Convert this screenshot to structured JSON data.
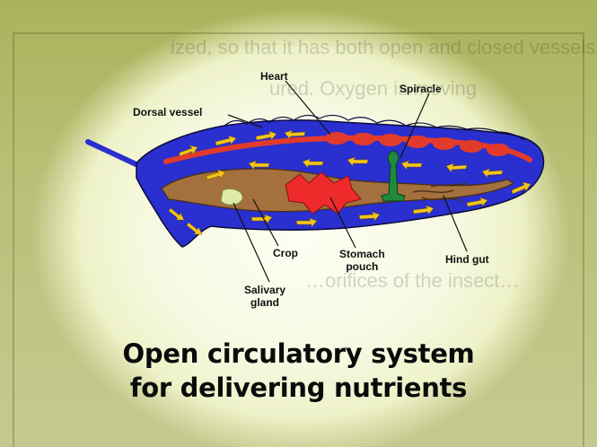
{
  "labels": {
    "heart": "Heart",
    "dorsal_vessel": "Dorsal vessel",
    "spiracle": "Spiracle",
    "crop": "Crop",
    "stomach_pouch": "Stomach\npouch",
    "hind_gut": "Hind gut",
    "salivary_gland": "Salivary\ngland"
  },
  "caption": {
    "line1": "Open circulatory system",
    "line2": "for delivering nutrients"
  },
  "background_text": [
    "ized, so that it has both open and closed vessels.",
    "ured. Oxygen is moving",
    "…orifices of the insect…"
  ],
  "colors": {
    "body": "#2a2fcf",
    "gut": "#a4703e",
    "stomach": "#ee2a2a",
    "dorsal_vessel": "#e23b2b",
    "arrows": "#f3c51a",
    "spiracle": "#1f8a3c",
    "gland": "#dfe9a8"
  }
}
